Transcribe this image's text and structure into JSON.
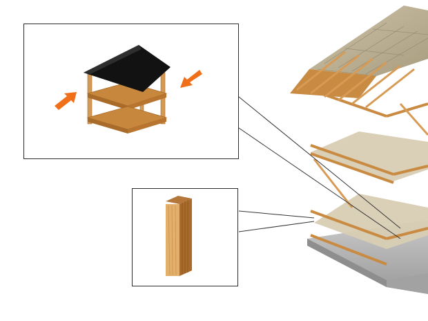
{
  "illustration": {
    "subject": "wood-frame-house-under-construction",
    "callouts": [
      {
        "id": "frame-box",
        "content": "box-frame-with-roof-and-two-floors",
        "arrows": 2
      },
      {
        "id": "stud",
        "content": "laminated-wood-post"
      }
    ],
    "colors": {
      "roof_shingle": "#b8ad92",
      "timber": "#d9a15c",
      "timber_dark": "#a86b2a",
      "arrow": "#f0701a",
      "roof_black": "#111111",
      "floor_wood": "#c7873d",
      "foundation": "#b5b5b5"
    }
  }
}
